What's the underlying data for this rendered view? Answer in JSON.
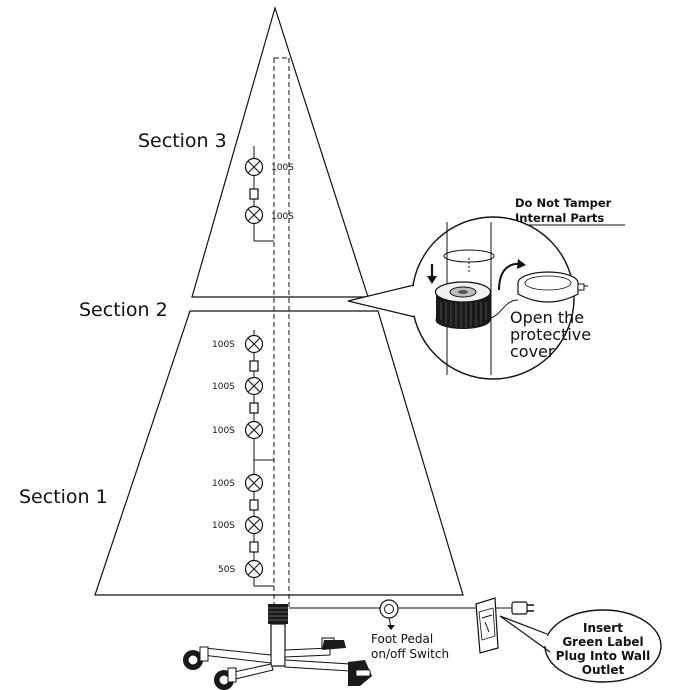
{
  "sections": {
    "section3": "Section 3",
    "section2": "Section 2",
    "section1": "Section 1"
  },
  "lamps": {
    "s3_top": "100S",
    "s3_bottom": "100S",
    "s1_a": "100S",
    "s1_b": "100S",
    "s1_c": "100S",
    "s1_d": "100S",
    "s1_e": "100S",
    "s1_f": "50S"
  },
  "warning": {
    "line1": "Do Not Tamper",
    "line2": "Internal Parts"
  },
  "inset": {
    "line1": "Open the",
    "line2": "protective",
    "line3": "cover"
  },
  "pedal": {
    "line1": "Foot Pedal",
    "line2": "on/off Switch"
  },
  "callout": {
    "line1": "Insert",
    "line2": "Green Label",
    "line3": "Plug Into Wall",
    "line4": "Outlet"
  },
  "icons": [
    "lamp-icon",
    "fuse-icon",
    "foot-pedal-icon",
    "plug-icon",
    "power-cord-icon",
    "tree-stand-icon",
    "protective-cover-icon",
    "down-arrow-icon",
    "curved-arrow-icon"
  ]
}
